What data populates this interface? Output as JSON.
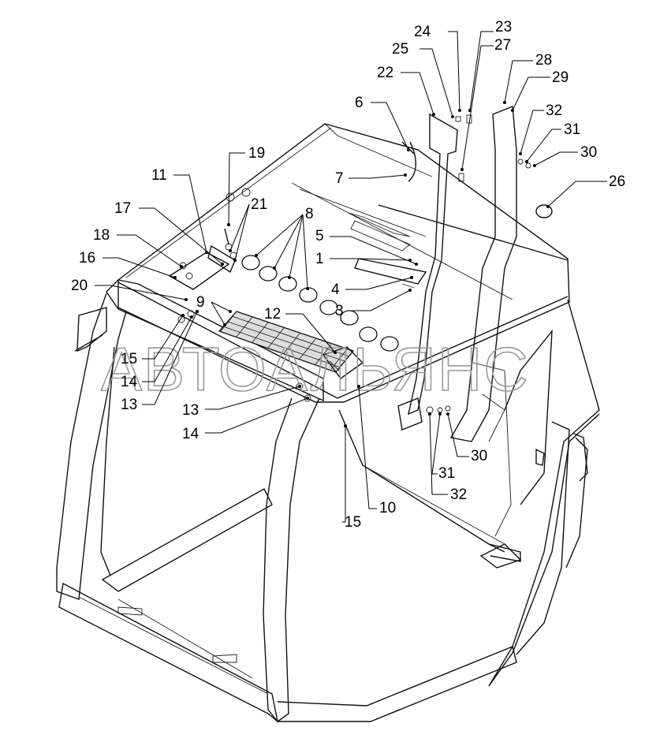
{
  "watermark": "АВТОАЛЬЯНС",
  "callouts": [
    {
      "id": "c24",
      "text": "24"
    },
    {
      "id": "c23",
      "text": "23"
    },
    {
      "id": "c25",
      "text": "25"
    },
    {
      "id": "c27",
      "text": "27"
    },
    {
      "id": "c22",
      "text": "22"
    },
    {
      "id": "c28",
      "text": "28"
    },
    {
      "id": "c29",
      "text": "29"
    },
    {
      "id": "c6",
      "text": "6"
    },
    {
      "id": "c32a",
      "text": "32"
    },
    {
      "id": "c31a",
      "text": "31"
    },
    {
      "id": "c19",
      "text": "19"
    },
    {
      "id": "c30a",
      "text": "30"
    },
    {
      "id": "c11",
      "text": "11"
    },
    {
      "id": "c7",
      "text": "7"
    },
    {
      "id": "c26",
      "text": "26"
    },
    {
      "id": "c17",
      "text": "17"
    },
    {
      "id": "c21",
      "text": "21"
    },
    {
      "id": "c8",
      "text": "8"
    },
    {
      "id": "c18",
      "text": "18"
    },
    {
      "id": "c5",
      "text": "5"
    },
    {
      "id": "c16",
      "text": "16"
    },
    {
      "id": "c1",
      "text": "1"
    },
    {
      "id": "c20",
      "text": "20"
    },
    {
      "id": "c4",
      "text": "4"
    },
    {
      "id": "c9",
      "text": "9"
    },
    {
      "id": "c3",
      "text": "3"
    },
    {
      "id": "c12",
      "text": "12"
    },
    {
      "id": "c15a",
      "text": "15"
    },
    {
      "id": "c14a",
      "text": "14"
    },
    {
      "id": "c13a",
      "text": "13"
    },
    {
      "id": "c13b",
      "text": "13"
    },
    {
      "id": "c14b",
      "text": "14"
    },
    {
      "id": "c30b",
      "text": "30"
    },
    {
      "id": "c31b",
      "text": "31"
    },
    {
      "id": "c32b",
      "text": "32"
    },
    {
      "id": "c10",
      "text": "10"
    },
    {
      "id": "c15b",
      "text": "15"
    }
  ]
}
